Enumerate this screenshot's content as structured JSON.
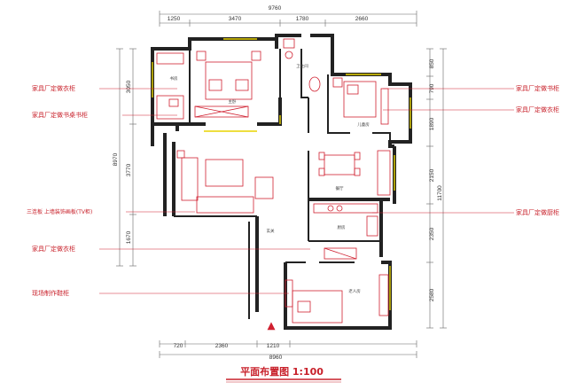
{
  "dimensions": {
    "top_total": "9760",
    "top_segments": [
      "1250",
      "3470",
      "1780",
      "2660"
    ],
    "bottom_total": "8960",
    "bottom_segments": [
      "720",
      "2360",
      "1210"
    ],
    "left_total": "8970",
    "left_segments": [
      "3050",
      "3770",
      "1670"
    ],
    "right_total": "11700",
    "right_segments": [
      "850",
      "790",
      "1890",
      "2150",
      "2350",
      "2580"
    ]
  },
  "callouts": {
    "left": [
      "家具厂定做衣柜",
      "家具厂定做书桌书柜",
      "三连板 上墙装饰画板(TV柜)",
      "家具厂定做衣柜",
      "现场制作鞋柜"
    ],
    "right": [
      "家具厂定做书柜",
      "家具厂定做衣柜",
      "家具厂定做厨柜"
    ]
  },
  "rooms": {
    "study": "书房",
    "master": "主卧",
    "bath": "卫生间",
    "child": "儿童房",
    "dining": "餐厅",
    "kitchen": "厨房",
    "entry": "玄关",
    "guest": "老人房"
  },
  "title": "平面布置图 1:100",
  "colors": {
    "accent": "#c8202a",
    "wall": "#222222",
    "window": "#e8d300"
  }
}
